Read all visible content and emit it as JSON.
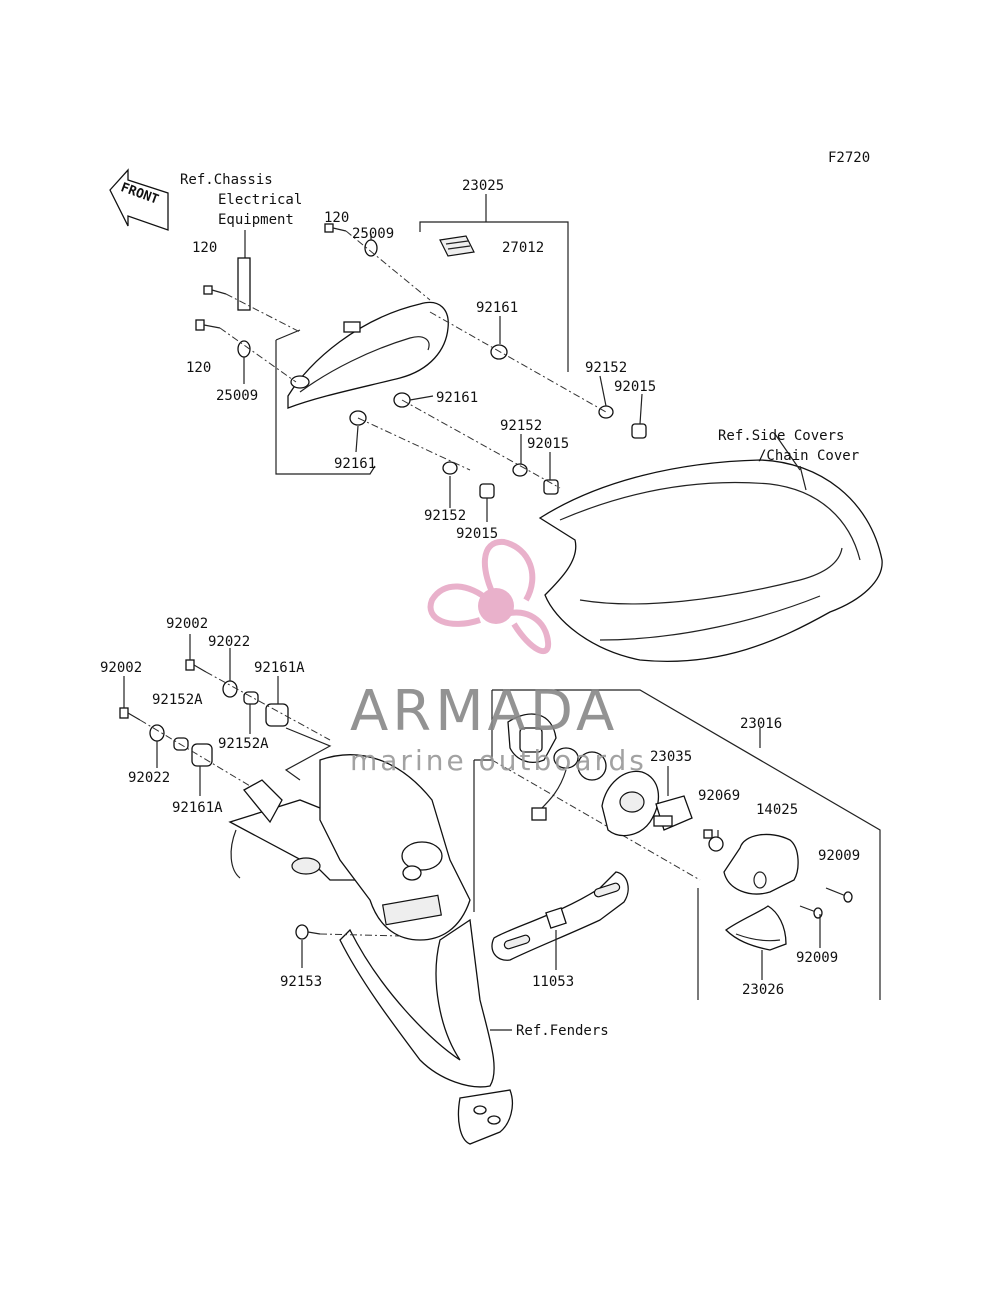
{
  "figure_code": "F2720",
  "front_label": "FRONT",
  "refs": {
    "chassis_line1": "Ref.Chassis",
    "chassis_line2": "Electrical",
    "chassis_line3": "Equipment",
    "side_covers_line1": "Ref.Side Covers",
    "side_covers_line2": "/Chain Cover",
    "fenders": "Ref.Fenders"
  },
  "parts": {
    "p23025": "23025",
    "p27012": "27012",
    "p120_a": "120",
    "p120_b": "120",
    "p120_c": "120",
    "p25009_a": "25009",
    "p25009_b": "25009",
    "p92161_a": "92161",
    "p92161_b": "92161",
    "p92161_c": "92161",
    "p92152_a": "92152",
    "p92015_a": "92015",
    "p92152_b": "92152",
    "p92015_b": "92015",
    "p92152_c": "92152",
    "p92015_c": "92015",
    "p92002_a": "92002",
    "p92002_b": "92002",
    "p92022_a": "92022",
    "p92022_b": "92022",
    "p92152A_a": "92152A",
    "p92152A_b": "92152A",
    "p92161A_a": "92161A",
    "p92161A_b": "92161A",
    "p23016": "23016",
    "p23035": "23035",
    "p92069": "92069",
    "p14025": "14025",
    "p92009_a": "92009",
    "p92009_b": "92009",
    "p23026": "23026",
    "p11053": "11053",
    "p92153": "92153"
  },
  "watermark": {
    "brand": "ARMADA",
    "tagline": "marine outboards",
    "color": "#e7a9c6"
  }
}
